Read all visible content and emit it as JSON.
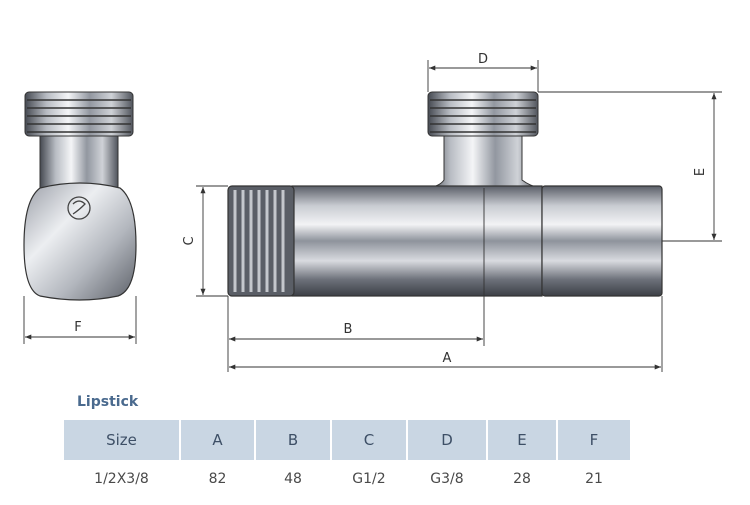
{
  "dimensions": {
    "labels": {
      "a": "A",
      "b": "B",
      "c": "C",
      "d": "D",
      "e": "E",
      "f": "F"
    }
  },
  "product": {
    "name": "Lipstick"
  },
  "table": {
    "headers": [
      "Size",
      "A",
      "B",
      "C",
      "D",
      "E",
      "F"
    ],
    "rows": [
      [
        "1/2X3/8",
        "82",
        "48",
        "G1/2",
        "G3/8",
        "28",
        "21"
      ]
    ]
  },
  "colors": {
    "header_bg": "#c9d6e3",
    "header_text": "#3d4f66",
    "title_text": "#4a6a8e",
    "chrome_dark": "#4a4e57",
    "chrome_light": "#e4e6ea"
  }
}
